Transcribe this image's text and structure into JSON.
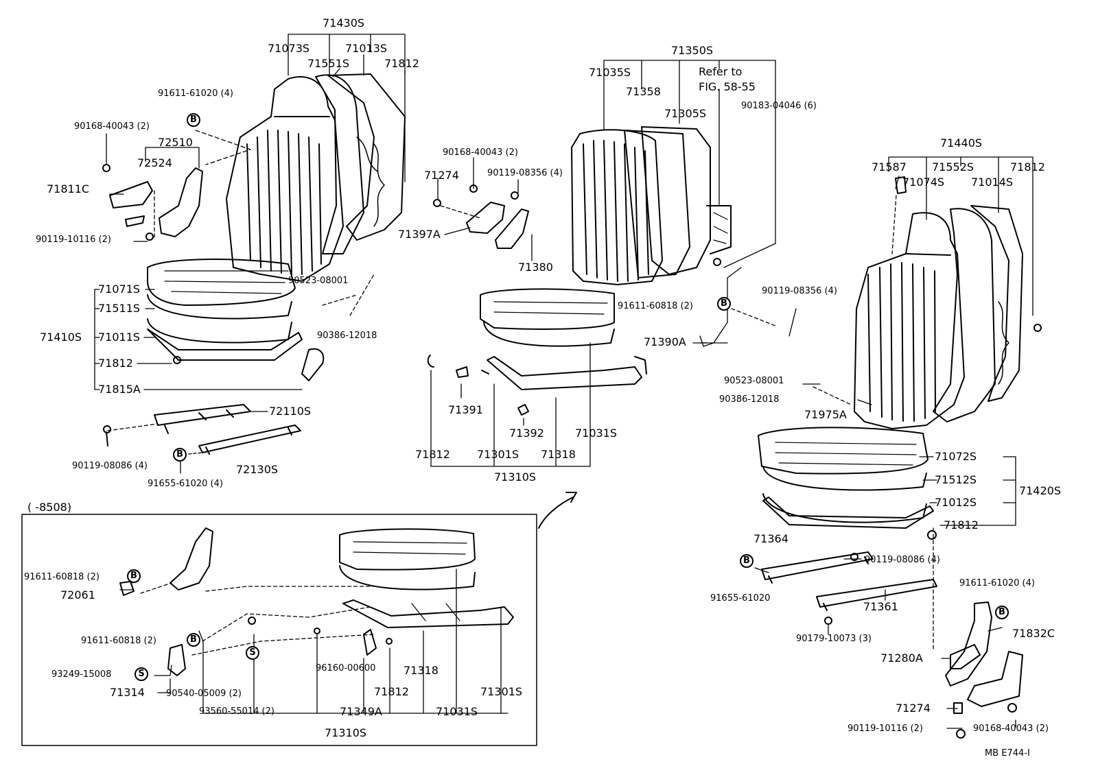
{
  "diagram": {
    "badge_bolt": "B",
    "badge_screw": "S",
    "fig_code": "MB  E744-I",
    "inset_label": "(      -8508)",
    "refer_note_line1": "Refer to",
    "refer_note_line2": "FIG. 58-55"
  },
  "parts": {
    "left_seat": {
      "back_assy": "71430S",
      "back_cover": "71073S",
      "back_pad": "71551S",
      "back_frame": "71013S",
      "hog_ring": "71812",
      "screw_b": "91611-61020 (4)",
      "bolt_a": "90168-40043 (2)",
      "hinge_assy": "72510",
      "hinge_cover": "72524",
      "knob_cover": "71811C",
      "hinge_bolt": "90119-10116 (2)",
      "cushion_assy": "71410S",
      "cushion_cover": "71071S",
      "cushion_pad": "71511S",
      "cushion_frame": "71011S",
      "cushion_hog_ring": "71812",
      "shield": "71815A",
      "nut": "90523-08001",
      "bushing": "90386-12018",
      "adjuster_assy": "72110S",
      "adjuster_lower": "72130S",
      "adjuster_bolt": "90119-08086 (4)",
      "adjuster_screw": "91655-61020 (4)"
    },
    "center_seat": {
      "back_assy": "71350S",
      "back_cover": "71035S",
      "back_pad": "71358",
      "back_frame": "71305S",
      "back_bolt": "90183-04046 (6)",
      "bracket_bolt_a": "90168-40043 (2)",
      "spacer": "71274",
      "bracket_bolt_b": "90119-08356 (4)",
      "bracket_a": "71397A",
      "bracket_b": "71380",
      "cushion_hog_ring": "71812",
      "clip_a": "71391",
      "clip_b": "71392",
      "cushion_frame": "71301S",
      "cushion_pad": "71318",
      "cushion_cover": "71031S",
      "cushion_assy": "71310S",
      "hinge_screw": "91611-60818 (2)",
      "hinge_bolt": "90119-08356 (4)",
      "hinge": "71390A"
    },
    "right_seat": {
      "back_assy": "71440S",
      "knob": "71587",
      "back_pad": "71552S",
      "hog_ring": "71812",
      "back_cover": "71074S",
      "back_frame": "71014S",
      "nut": "90523-08001",
      "bushing": "90386-12018",
      "cap": "71975A",
      "cushion_cover": "71072S",
      "cushion_pad": "71512S",
      "cushion_frame": "71012S",
      "cushion_hog_ring": "71812",
      "cushion_assy": "71420S",
      "rail_upper": "71364",
      "rail_bolt": "90119-08086 (4)",
      "rail_screw": "91655-61020",
      "rail_lower": "71361",
      "rail_bolt_b": "90179-10073 (3)",
      "hinge_screw": "91611-61020 (4)",
      "hinge_cover": "71832C",
      "hinge": "71280A",
      "spacer": "71274",
      "hinge_bolt": "90119-10116 (2)",
      "hinge_bolt_b": "90168-40043 (2)"
    },
    "inset": {
      "hinge_screw_a": "91611-60818 (2)",
      "cap": "72061",
      "hinge_screw_b": "91611-60818 (2)",
      "screw_s": "93249-15008",
      "bracket": "71314",
      "washer": "90540-05009 (2)",
      "plug": "93560-55014 (2)",
      "grommet": "96160-00600",
      "hog_ring": "71812",
      "bracket_a": "71349A",
      "cushion_pad": "71318",
      "cushion_cover": "71031S",
      "cushion_frame": "71301S",
      "cushion_assy": "71310S"
    }
  }
}
